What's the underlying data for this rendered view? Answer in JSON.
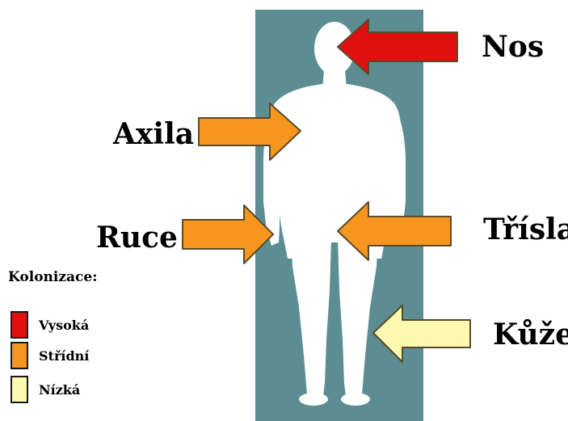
{
  "colors": {
    "background_panel": "#5b8d92",
    "figure": "#ffffff",
    "high": "#e01010",
    "medium": "#f7961e",
    "low": "#fdf8b0",
    "arrow_outline": "#5a4a2a"
  },
  "labels": {
    "nose": "Nos",
    "axilla": "Axila",
    "hands": "Ruce",
    "groin": "Třísla",
    "skin": "Kůže"
  },
  "legend": {
    "title": "Kolonizace:",
    "items": [
      {
        "label": "Vysoká",
        "color": "#e01010"
      },
      {
        "label": "Střídní",
        "color": "#f7961e"
      },
      {
        "label": "Nízká",
        "color": "#fdf8b0"
      }
    ]
  },
  "arrows": [
    {
      "target": "nose",
      "direction": "left",
      "level": "high"
    },
    {
      "target": "axilla",
      "direction": "right",
      "level": "medium"
    },
    {
      "target": "hands",
      "direction": "right",
      "level": "medium"
    },
    {
      "target": "groin",
      "direction": "left",
      "level": "medium"
    },
    {
      "target": "skin",
      "direction": "left",
      "level": "low"
    }
  ]
}
